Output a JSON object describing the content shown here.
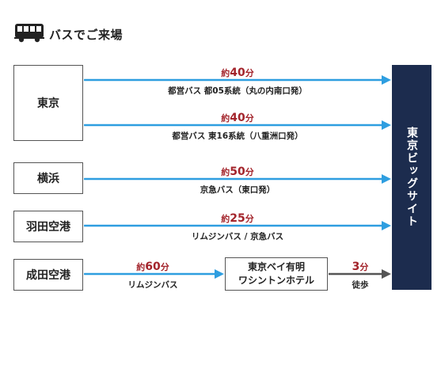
{
  "header": {
    "title": "バスでご来場",
    "icon": "bus-icon"
  },
  "colors": {
    "arrow": "#2e9ee0",
    "walk_arrow": "#555555",
    "time": "#a3242b",
    "destination_bg": "#1c2c4e"
  },
  "destination": "東京ビッグサイト",
  "origins": {
    "tokyo": "東京",
    "yokohama": "横浜",
    "haneda": "羽田空港",
    "narita": "成田空港"
  },
  "routes": [
    {
      "time_prefix": "約",
      "time_value": "40",
      "time_unit": "分",
      "name": "都営バス 都05系統（丸の内南口発）"
    },
    {
      "time_prefix": "約",
      "time_value": "40",
      "time_unit": "分",
      "name": "都営バス 東16系統（八重洲口発）"
    },
    {
      "time_prefix": "約",
      "time_value": "50",
      "time_unit": "分",
      "name": "京急バス（東口発）"
    },
    {
      "time_prefix": "約",
      "time_value": "25",
      "time_unit": "分",
      "name": "リムジンバス / 京急バス"
    },
    {
      "time_prefix": "約",
      "time_value": "60",
      "time_unit": "分",
      "name": "リムジンバス"
    }
  ],
  "hotel": {
    "line1": "東京ベイ有明",
    "line2": "ワシントンホテル"
  },
  "walk": {
    "time_value": "3",
    "time_unit": "分",
    "label": "徒歩"
  }
}
